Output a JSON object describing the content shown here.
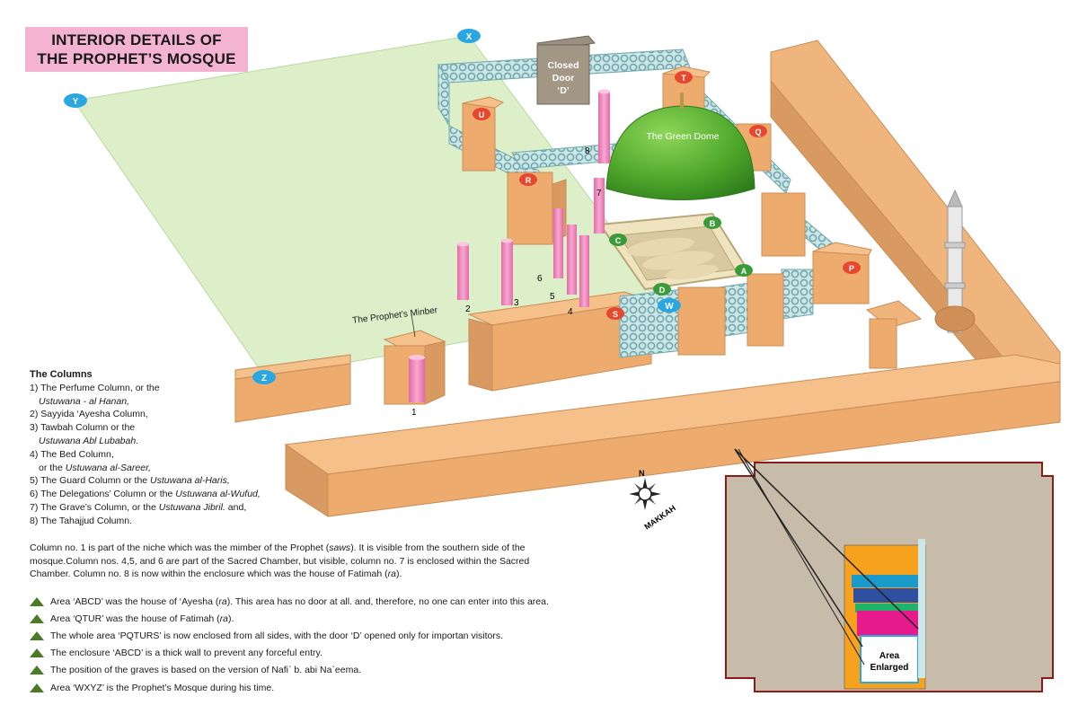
{
  "title": {
    "line1": "INTERIOR DETAILS OF",
    "line2": "THE PROPHET’S MOSQUE"
  },
  "diagram": {
    "closed_door": {
      "line1": "Closed",
      "line2": "Door",
      "line3": "‘D’"
    },
    "green_dome": "The Green Dome",
    "minber": "The Prophet’s Minber",
    "compass": {
      "north": "N",
      "direction": "MAKKAH"
    },
    "area_enlarged": {
      "line1": "Area",
      "line2": "Enlarged"
    },
    "letters": {
      "X": "X",
      "Y": "Y",
      "Z": "Z",
      "W": "W",
      "T": "T",
      "U": "U",
      "Q": "Q",
      "R": "R",
      "P": "P",
      "S": "S",
      "A": "A",
      "B": "B",
      "C": "C",
      "D": "D"
    },
    "column_numbers": {
      "n1": "1",
      "n2": "2",
      "n3": "3",
      "n4": "4",
      "n5": "5",
      "n6": "6",
      "n7": "7",
      "n8": "8"
    },
    "colors": {
      "wall": "#f0b57d",
      "wall_dark": "#cf8f57",
      "green_area": "#d9efc6",
      "dome": "#5db12f",
      "column": "#f28fc2",
      "lattice": "#a9d2d4",
      "blue_marker": "#2aa7e0",
      "red_marker": "#e8472f",
      "green_marker": "#3b9a3a"
    }
  },
  "columns_list": {
    "heading": "The Columns",
    "c1a": "1) The Perfume Column, or the",
    "c1b": "Ustuwana - al Hanan,",
    "c2": "2) Sayyida ‘Ayesha Column,",
    "c3a": "3) Tawbah Column or the",
    "c3b": "Ustuwana Abl Lubabah.",
    "c4a": "4) The Bed Column,",
    "c4b_pre": "or the ",
    "c4b_it": "Ustuwana al-Sareer,",
    "c5_pre": "5) The Guard Column or the ",
    "c5_it": "Ustuwana al-Haris,",
    "c6_pre": "6) The Delegations’ Column or the ",
    "c6_it": "Ustuwana al-Wufud,",
    "c7_pre": "7) The Grave’s Column, or the ",
    "c7_it": "Ustuwana Jibril.",
    "c7_post": " and,",
    "c8": "8) The Tahajjud Column."
  },
  "paragraph": {
    "a": "Column no. 1 is part of the niche which was the mimber of the Prophet (",
    "a_it": "saws",
    "b": "). It is visible from the southern side of the mosque.Column nos. 4,5, and 6 are part of the Sacred Chamber, but visible, column no. 7 is enclosed within the Sacred Chamber. Column no. 8 is now within the enclosure which was the house of Fatimah (",
    "b_it": "ra",
    "c": ")."
  },
  "legend": [
    {
      "pre": "Area ‘ABCD’ was the house of ‘Ayesha (",
      "it": "ra",
      "post": "). This area has no door at all. and, therefore, no one can enter into this area."
    },
    {
      "pre": "Area  ‘QTUR’ was the house of Fatimah (",
      "it": "ra",
      "post": ")."
    },
    {
      "pre": "The whole area ‘PQTURS’ is now enclosed from all sides, with the door ‘D’ opened only for importan visitors.",
      "it": "",
      "post": ""
    },
    {
      "pre": "The enclosure ‘ABCD’ is a thick wall to prevent any forceful entry.",
      "it": "",
      "post": ""
    },
    {
      "pre": "The position of the graves is based on the version of Nafi` b. abi Na`eema.",
      "it": "",
      "post": ""
    },
    {
      "pre": "Area ‘WXYZ’ is the Prophet’s Mosque during his time.",
      "it": "",
      "post": ""
    }
  ]
}
